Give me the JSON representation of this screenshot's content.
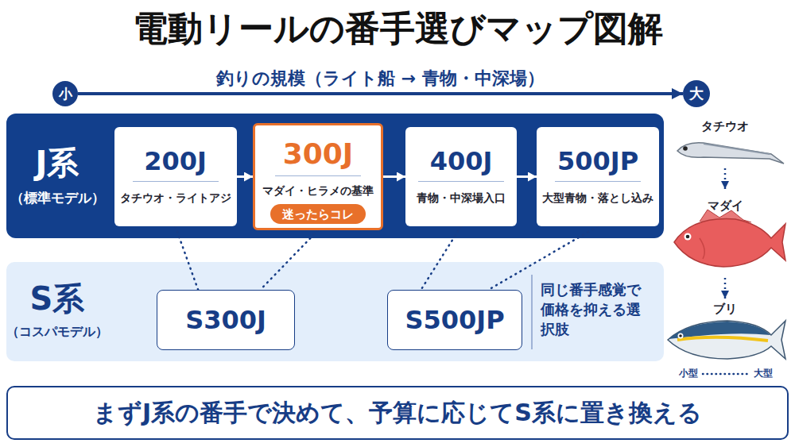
{
  "diagram": {
    "title": "電動リールの番手選びマップ図解",
    "nodes": [
      {
        "text": [
          "小"
        ]
      },
      {
        "text": [
          "大"
        ]
      },
      {
        "text": [
          "J系",
          "（標準モデル）"
        ]
      },
      {
        "text": [
          "200J",
          "タチウオ・ライトアジ"
        ],
        "in": 2
      },
      {
        "text": [
          "300J",
          "マダイ・ヒラメの基準"
        ],
        "in": 2
      },
      {
        "text": [
          "迷ったらコレ"
        ],
        "in": 4
      },
      {
        "text": [
          "400J",
          "青物・中深場入口"
        ],
        "in": 2
      },
      {
        "text": [
          "500JP",
          "大型青物・落とし込み"
        ],
        "in": 2
      },
      {
        "text": [
          "S系",
          "（コスパモデル）",
          "同じ番手感覚で価格を抑える選択肢"
        ]
      },
      {
        "text": [
          "S300J"
        ],
        "in": 8
      },
      {
        "text": [
          "S500JP"
        ],
        "in": 8
      },
      {
        "text": [
          "まずJ系の番手で決めて、予算に応じてS系に置き換える"
        ]
      }
    ],
    "edges": [
      {
        "from": 0,
        "to": 1,
        "arrow": "to",
        "label": "釣りの規模（ライト船 → 青物・中深場）"
      },
      {
        "from": 3,
        "to": 4,
        "arrow": "to"
      },
      {
        "from": 4,
        "to": 6,
        "arrow": "to"
      },
      {
        "from": 6,
        "to": 7,
        "arrow": "to"
      },
      {
        "from": 3,
        "to": 9,
        "arrow": "none"
      },
      {
        "from": 4,
        "to": 9,
        "arrow": "none"
      },
      {
        "from": 6,
        "to": 10,
        "arrow": "none"
      },
      {
        "from": 7,
        "to": 10,
        "arrow": "none"
      }
    ],
    "labels": [
      "タチウオ",
      "マダイ",
      "ブリ",
      "小型",
      "大型"
    ]
  }
}
